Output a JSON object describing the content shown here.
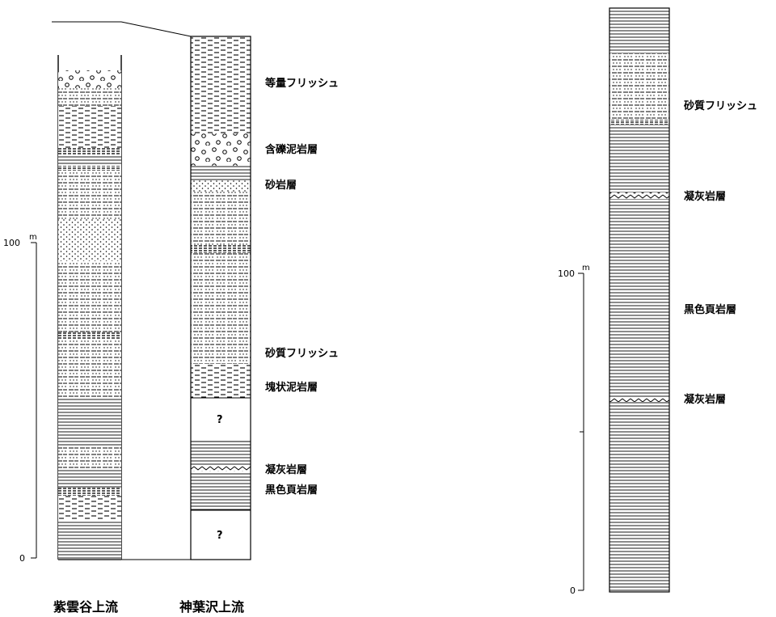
{
  "scale_unit": "m",
  "left_scale": {
    "tick_top": "100",
    "tick_bottom": "0",
    "unit": "m"
  },
  "right_scale": {
    "tick_top": "100",
    "tick_bottom": "0",
    "unit": "m"
  },
  "columns": {
    "shiun": {
      "caption": "紫雲谷上流"
    },
    "kanba": {
      "caption": "神葉沢上流"
    },
    "right": {
      "caption": ""
    }
  },
  "unknown_mark": "?",
  "kanba_labels": [
    "等量フリッシュ",
    "含礫泥岩層",
    "砂岩層",
    "砂質フリッシュ",
    "塊状泥岩層",
    "凝灰岩層",
    "黒色頁岩層"
  ],
  "right_labels": [
    "砂質フリッシュ",
    "凝灰岩層",
    "黒色頁岩層",
    "凝灰岩層"
  ],
  "legend_colors": {
    "line": "#000000",
    "background": "#ffffff"
  }
}
